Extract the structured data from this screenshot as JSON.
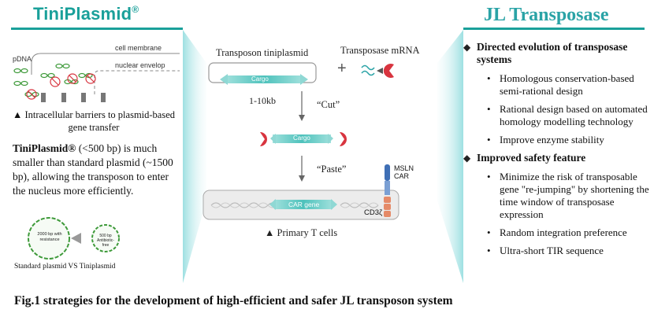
{
  "left_panel": {
    "title": "TiniPlasmid",
    "title_mark": "®",
    "label_pdna": "pDNA",
    "label_cell_membrane": "cell membrane",
    "label_nuclear_envelop": "nuclear envelop",
    "caption_barriers": "▲ Intracellular barriers to plasmid-based gene transfer",
    "desc_bold": "TiniPlasmid®",
    "desc_text": " (<500 bp) is much smaller than standard plasmid (~1500 bp), allowing the transposon to enter the nucleus more efficiently.",
    "std_plasmid_text": "2000 bp with resistance",
    "tini_plasmid_text": "500 bp Antibiotic-free",
    "compare_caption": "Standard plasmid  VS  Tiniplasmid"
  },
  "center_panel": {
    "transposon_label": "Transposon tiniplasmid",
    "mrna_label": "Transposase mRNA",
    "plus_sign": "+",
    "cargo_label": "Cargo",
    "size_label": "1-10kb",
    "cut_label": "“Cut”",
    "paste_label": "“Paste”",
    "msln_car_label": "MSLN CAR",
    "car_gene_label": "CAR gene",
    "cd3z_label": "CD3ζ",
    "primary_t_label": "▲ Primary T cells"
  },
  "right_panel": {
    "title": "JL Transposase",
    "sections": [
      {
        "heading": "Directed evolution of transposase systems",
        "items": [
          "Homologous conservation-based semi-rational design",
          "Rational design based on automated homology modelling technology",
          "Improve enzyme stability"
        ]
      },
      {
        "heading": "Improved safety feature",
        "items": [
          "Minimize the risk of transposable gene \"re-jumping\" by shortening the time window of transposase expression",
          "Random integration preference",
          "Ultra-short TIR sequence"
        ]
      }
    ]
  },
  "figure_caption": "Fig.1 strategies for the development of high-efficient and safer JL transposon system",
  "colors": {
    "teal": "#1aa09a",
    "light_teal": "#cfeeee",
    "red": "#d8343f",
    "green": "#3e9a3a",
    "gray_border": "#9a9a9a"
  }
}
